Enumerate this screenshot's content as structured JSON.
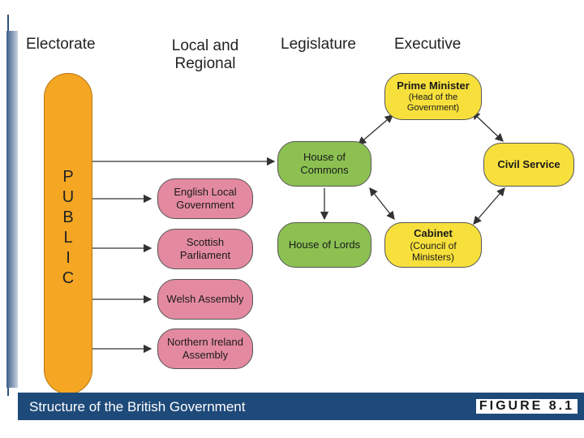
{
  "headers": {
    "electorate": "Electorate",
    "local_regional": "Local and Regional",
    "legislature": "Legislature",
    "executive": "Executive"
  },
  "public": {
    "letters": [
      "P",
      "U",
      "B",
      "L",
      "I",
      "C"
    ]
  },
  "local": {
    "english": "English Local Government",
    "scottish": "Scottish Parliament",
    "welsh": "Welsh Assembly",
    "ni": "Northern Ireland Assembly"
  },
  "legislature": {
    "commons": "House of Commons",
    "lords": "House of Lords"
  },
  "executive": {
    "pm_title": "Prime Minister",
    "pm_sub": "(Head of the Government)",
    "civil_service": "Civil Service",
    "cabinet_title": "Cabinet",
    "cabinet_sub": "(Council of Ministers)"
  },
  "footer": {
    "caption": "Structure of the British Government",
    "figure": "FIGURE 8.1"
  },
  "colors": {
    "public": "#f5a623",
    "local": "#e48aa0",
    "legislature": "#8cc152",
    "executive": "#f7e03c",
    "footer": "#1e4a7a"
  }
}
